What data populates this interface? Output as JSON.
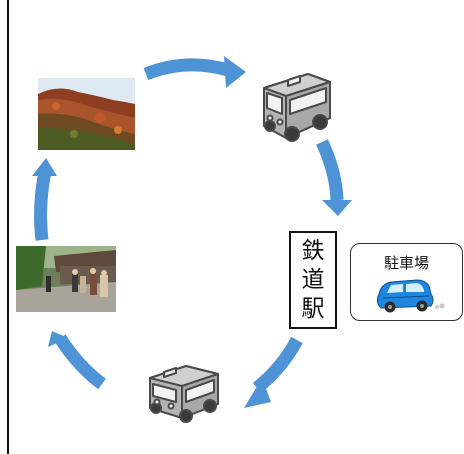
{
  "station": {
    "chars": [
      "鉄",
      "道",
      "駅"
    ]
  },
  "parking": {
    "label": "駐車場"
  },
  "colors": {
    "arrow": "#4d93d6",
    "bus_body": "#b3b3b3",
    "bus_window": "#f2f2f2",
    "car_body": "#1f86df",
    "border": "#111111"
  },
  "icons": {
    "bus_top": "bus-icon",
    "bus_bottom": "bus-icon",
    "car": "car-icon"
  }
}
